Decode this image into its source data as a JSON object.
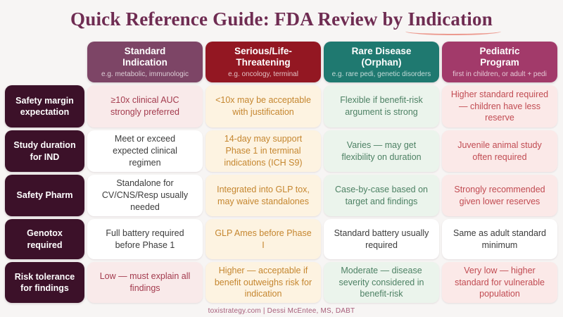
{
  "header": {
    "title_prefix": "Quick Reference Guide: FDA Review by ",
    "title_underlined": "Indication"
  },
  "palette": {
    "title_text": "#6f2c52",
    "title_underline": "#ec9a8f",
    "column_standard_bg": "#7d4566",
    "column_serious_bg": "#931722",
    "column_rare_bg": "#1f7970",
    "column_pediatric_bg": "#a23a6a",
    "row_label_bg": "#3c1129",
    "tone_red_text": "#a33b4e",
    "tone_amber_text": "#c5862f",
    "tone_green_text": "#4d8164",
    "tone_crimson_text": "#c14b52"
  },
  "table": {
    "columns": [
      {
        "title": "Standard Indication",
        "subtitle": "e.g. metabolic, immunologic"
      },
      {
        "title": "Serious/Life-Threatening",
        "subtitle": "e.g. oncology, terminal"
      },
      {
        "title": "Rare Disease (Orphan)",
        "subtitle": "e.g. rare pedi, genetic disorders"
      },
      {
        "title": "Pediatric Program",
        "subtitle": "first in children, or adult + pedi"
      }
    ],
    "rows": [
      {
        "label": "Safety margin expectation",
        "cells": [
          {
            "text": "≥10x clinical AUC strongly preferred",
            "tone": "red"
          },
          {
            "text": "<10x may be acceptable with justification",
            "tone": "amber"
          },
          {
            "text": "Flexible if benefit-risk argument is strong",
            "tone": "green"
          },
          {
            "text": "Higher standard required — children have less reserve",
            "tone": "crimson"
          }
        ]
      },
      {
        "label": "Study duration for IND",
        "cells": [
          {
            "text": "Meet or exceed expected clinical regimen",
            "tone": "neutral"
          },
          {
            "text": "14-day may support Phase 1 in terminal indications (ICH S9)",
            "tone": "amber"
          },
          {
            "text": "Varies — may get flexibility on duration",
            "tone": "green"
          },
          {
            "text": "Juvenile animal study often required",
            "tone": "crimson"
          }
        ]
      },
      {
        "label": "Safety Pharm",
        "cells": [
          {
            "text": "Standalone for CV/CNS/Resp usually needed",
            "tone": "neutral"
          },
          {
            "text": "Integrated into GLP tox, may waive standalones",
            "tone": "amber"
          },
          {
            "text": "Case-by-case based on target and findings",
            "tone": "green"
          },
          {
            "text": "Strongly recommended given lower reserves",
            "tone": "crimson"
          }
        ]
      },
      {
        "label": "Genotox required",
        "cells": [
          {
            "text": "Full battery required before Phase 1",
            "tone": "neutral"
          },
          {
            "text": "GLP Ames before Phase I",
            "tone": "amber"
          },
          {
            "text": "Standard battery usually required",
            "tone": "neutral"
          },
          {
            "text": "Same as adult standard minimum",
            "tone": "neutral"
          }
        ]
      },
      {
        "label": "Risk tolerance for findings",
        "cells": [
          {
            "text": "Low — must explain all findings",
            "tone": "red"
          },
          {
            "text": "Higher — acceptable if benefit outweighs risk for indication",
            "tone": "amber"
          },
          {
            "text": "Moderate — disease severity considered in benefit-risk",
            "tone": "green"
          },
          {
            "text": "Very low — higher standard for vulnerable population",
            "tone": "crimson"
          }
        ]
      }
    ]
  },
  "footer": {
    "text": "toxistrategy.com   |   Dessi McEntee, MS, DABT"
  }
}
